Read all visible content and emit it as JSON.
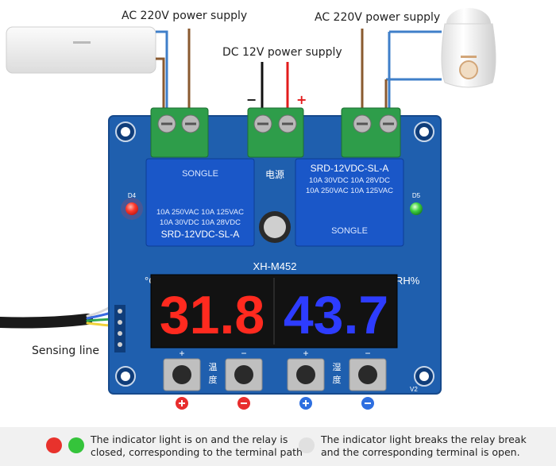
{
  "labels": {
    "ac_left": "AC 220V power supply",
    "ac_right": "AC 220V power supply",
    "dc": "DC 12V power supply",
    "sensing": "Sensing line",
    "minus": "−",
    "plus": "+"
  },
  "board": {
    "model": "XH-M452",
    "relay_brand": "SONGLE",
    "relay_left_lines": [
      "10A 250VAC  10A 125VAC",
      "10A  30VDC  10A  28VDC",
      "SRD-12VDC-SL-A"
    ],
    "relay_right_lines": [
      "SRD-12VDC-SL-A",
      "10A 30VDC  10A 28VDC",
      "10A 250VAC  10A 125VAC"
    ],
    "power_cn": "电源",
    "temp_unit": "°C",
    "hum_unit": "RH%",
    "led_left": "D4",
    "led_right": "D5",
    "temp_cn_1": "温",
    "temp_cn_2": "度",
    "hum_cn_1": "湿",
    "hum_cn_2": "度",
    "version": "V2",
    "btn_plus": "+",
    "btn_minus": "−"
  },
  "display": {
    "temperature": "31.8",
    "humidity": "43.7",
    "temp_color": "#ff2a1f",
    "hum_color": "#2d3cff"
  },
  "colors": {
    "board": "#1f5fae",
    "terminal": "#2e9d4a",
    "relay": "#1a57c8",
    "led_red": "#e8322c",
    "led_green": "#35c43b"
  },
  "legend": {
    "on_text": "The indicator light is on and the relay is closed, corresponding to the terminal path",
    "off_text": "The indicator light breaks the relay break and the corresponding terminal is open."
  }
}
